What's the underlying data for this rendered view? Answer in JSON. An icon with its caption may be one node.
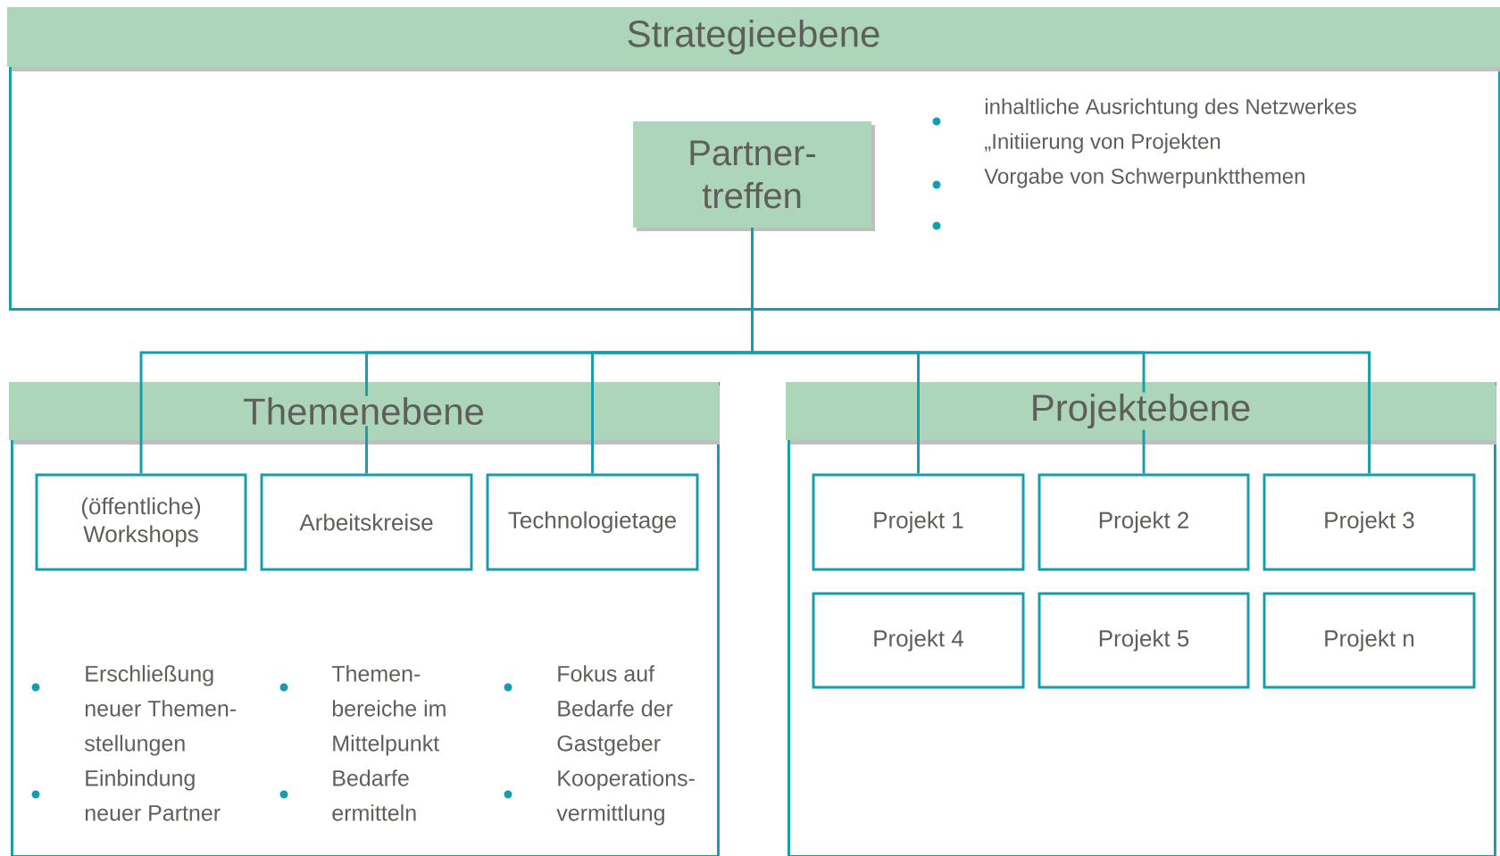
{
  "diagram": {
    "nodes": [
      {
        "text": [
          "Strategieebene"
        ]
      },
      {
        "text": [
          "Partner-treffen"
        ],
        "in": 0
      },
      {
        "text": [
          "Themenebene"
        ]
      },
      {
        "text": [
          "(öffentliche) Workshops"
        ],
        "in": 2
      },
      {
        "text": [
          "Arbeitskreise"
        ],
        "in": 2
      },
      {
        "text": [
          "Technologietage"
        ],
        "in": 2
      },
      {
        "text": [
          "Projektebene"
        ]
      },
      {
        "text": [
          "Projekt 1"
        ],
        "in": 6
      },
      {
        "text": [
          "Projekt 2"
        ],
        "in": 6
      },
      {
        "text": [
          "Projekt 3"
        ],
        "in": 6
      },
      {
        "text": [
          "Projekt 4"
        ],
        "in": 6
      },
      {
        "text": [
          "Projekt 5"
        ],
        "in": 6
      },
      {
        "text": [
          "Projekt n"
        ],
        "in": 6
      }
    ],
    "edges": [
      {
        "from": 1,
        "to": 3,
        "arrow": "none"
      },
      {
        "from": 1,
        "to": 4,
        "arrow": "none"
      },
      {
        "from": 1,
        "to": 5,
        "arrow": "none"
      },
      {
        "from": 1,
        "to": 7,
        "arrow": "none"
      },
      {
        "from": 1,
        "to": 8,
        "arrow": "none"
      },
      {
        "from": 1,
        "to": 9,
        "arrow": "none"
      }
    ],
    "labels": [
      "inhaltliche Ausrichtung des Netzwerkes",
      "„Initiierung von Projekten",
      "Vorgabe von Schwerpunktthemen",
      "Erschließung neuer Themen-stellungen",
      "Einbindung neuer Partner",
      "Themen-bereiche im Mittelpunkt",
      "Bedarfe ermitteln",
      "Fokus auf Bedarfe der Gastgeber",
      "Kooperations-vermittlung"
    ]
  }
}
